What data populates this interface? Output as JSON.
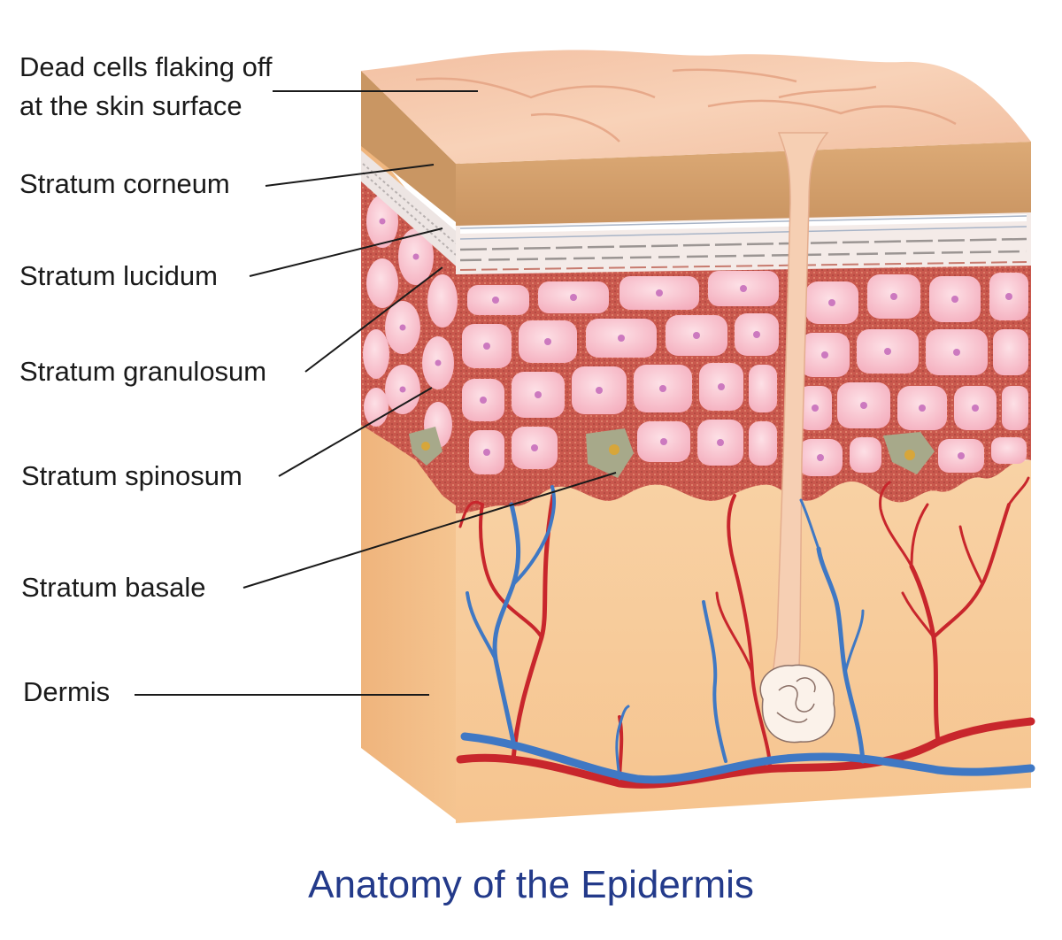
{
  "labels": {
    "dead_cells_line1": "Dead cells flaking  off",
    "dead_cells_line2": "at the skin surface",
    "stratum_corneum": "Stratum corneum",
    "stratum_lucidum": "Stratum lucidum",
    "stratum_granulosum": "Stratum granulosum",
    "stratum_spinosum": "Stratum spinosum",
    "stratum_basale": "Stratum basale",
    "dermis": "Dermis"
  },
  "title": "Anatomy of the Epidermis",
  "colors": {
    "title": "#233a8a",
    "label_text": "#1a1a1a",
    "dermis": "#f6c795",
    "dermis_side": "#f0b47d",
    "corneum": "#d9a46e",
    "surface": "#f6c9ae",
    "cell_fill": "#f9c4cf",
    "cell_matrix": "#c8564e",
    "nucleus": "#cc79bf",
    "artery": "#c8262c",
    "vein": "#3f78c4",
    "melanocyte": "#a7a98a",
    "hair": "#f6cfb3"
  }
}
